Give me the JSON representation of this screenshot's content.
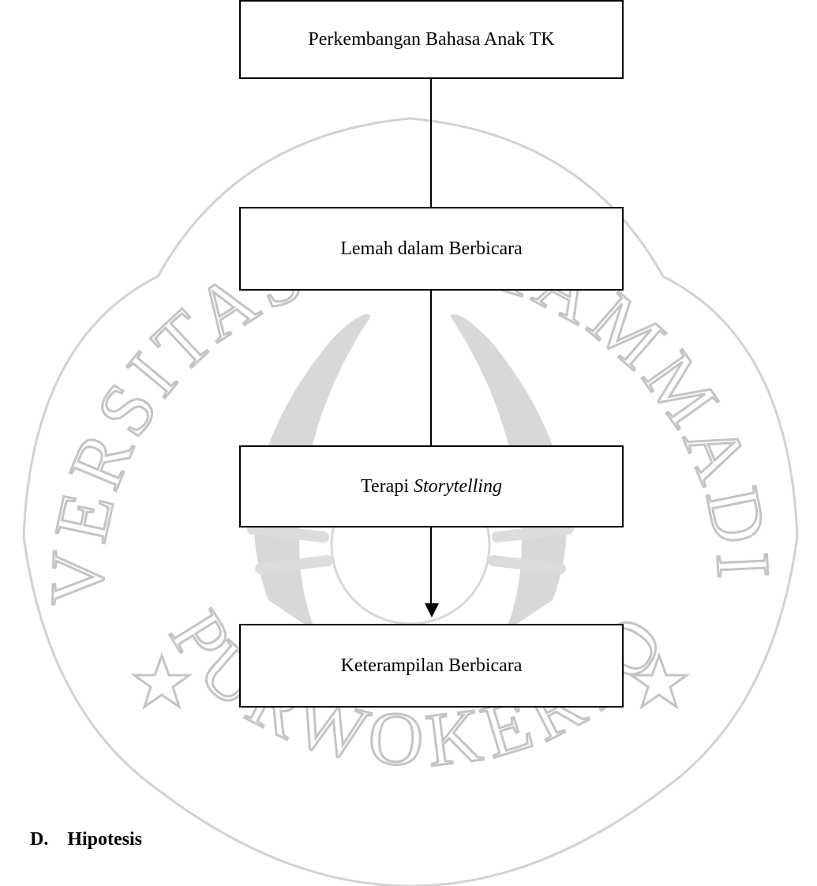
{
  "flowchart": {
    "box1": "Perkembangan Bahasa Anak TK",
    "box2": "Lemah dalam Berbicara",
    "box3_plain": "Terapi ",
    "box3_italic": "Storytelling",
    "box4": "Keterampilan Berbicara"
  },
  "section": {
    "number": "D.",
    "title": "Hipotesis"
  },
  "watermark": {
    "text_top": "UNIVERSITAS MUHAMMADIYAH",
    "text_bottom": "PURWOKERTO",
    "color": "#c8c8c8"
  }
}
